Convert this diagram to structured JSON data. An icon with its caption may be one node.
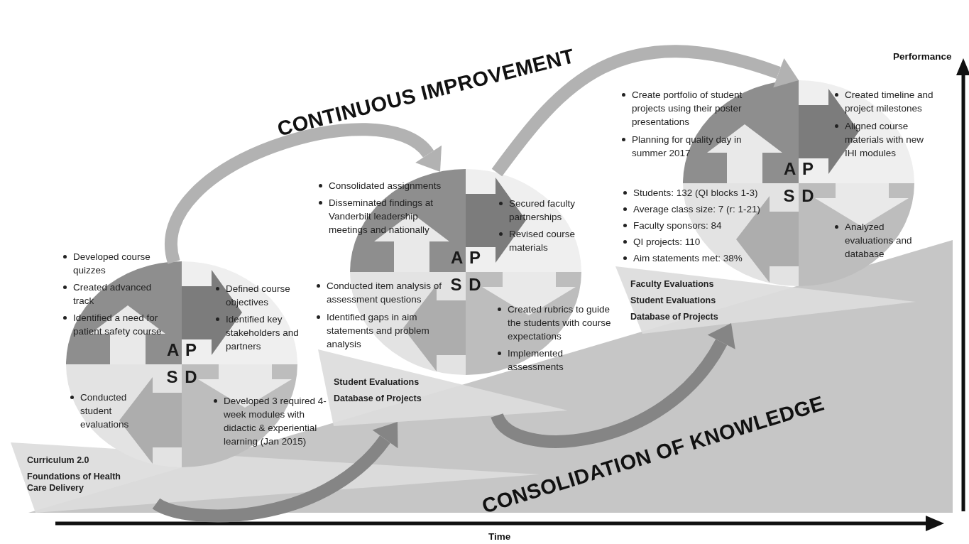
{
  "diagram": {
    "nodes": [
      {
        "text": [
          "A P",
          "S D"
        ]
      },
      {
        "text": [
          "A P",
          "S D"
        ]
      },
      {
        "text": [
          "A P",
          "S D"
        ]
      },
      {
        "text": [
          "Curriculum 2.0",
          "Foundations of Health Care Delivery"
        ]
      },
      {
        "text": [
          "Student Evaluations",
          "Database of Projects"
        ]
      },
      {
        "text": [
          "Faculty Evaluations",
          "Student Evaluations",
          "Database of Projects"
        ]
      }
    ],
    "edges": [
      {
        "from": 0,
        "to": 1,
        "arrow": "to",
        "color": "#b2b2b2"
      },
      {
        "from": 1,
        "to": 2,
        "arrow": "to",
        "color": "#b2b2b2"
      },
      {
        "from": 3,
        "to": 4,
        "arrow": "to",
        "color": "#858585"
      },
      {
        "from": 4,
        "to": 5,
        "arrow": "to",
        "color": "#858585"
      }
    ],
    "labels": [
      "CONTINUOUS IMPROVEMENT",
      "Performance",
      "Create portfolio of student projects using their poster presentations",
      "Planning for quality day in summer 2017",
      "Created timeline and project milestones",
      "Aligned course materials with new IHI modules",
      "Students: 132 (QI blocks 1-3)",
      "Average class size: 7 (r: 1-21)",
      "Faculty sponsors: 84",
      "QI projects: 110",
      "Aim statements met: 38%",
      "Analyzed evaluations and database",
      "Consolidated assignments",
      "Disseminated findings at Vanderbilt leadership meetings and nationally",
      "Secured faculty partnerships",
      "Revised course materials",
      "Conducted item analysis of assessment questions",
      "Identified gaps in aim statements and problem analysis",
      "Created rubrics to guide the students with course expectations",
      "Implemented assessments",
      "Developed course quizzes",
      "Created advanced track",
      "Identified a need for patient safety course",
      "Defined course objectives",
      "Identified key stakeholders and partners",
      "Conducted student evaluations",
      "Developed 3 required 4-week modules with didactic & experiential learning (Jan 2015)",
      "CONSOLIDATION OF KNOWLEDGE",
      "Time"
    ]
  }
}
